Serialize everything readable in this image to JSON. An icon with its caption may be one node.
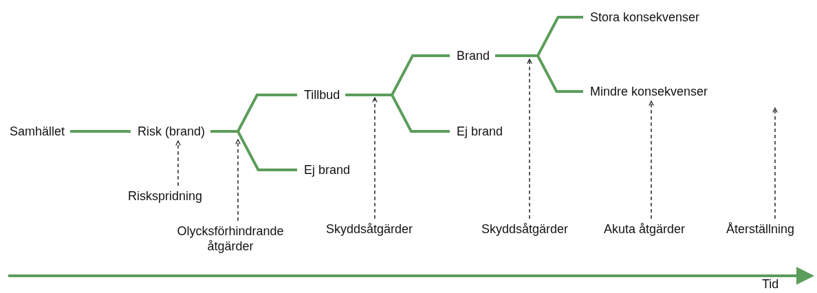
{
  "diagram": {
    "nodes": [
      {
        "text": [
          "Samhället"
        ]
      },
      {
        "text": [
          "Risk (brand)"
        ]
      },
      {
        "text": [
          "Tillbud"
        ]
      },
      {
        "text": [
          "Ej brand"
        ]
      },
      {
        "text": [
          "Brand"
        ]
      },
      {
        "text": [
          "Ej brand"
        ]
      },
      {
        "text": [
          "Stora konsekvenser"
        ]
      },
      {
        "text": [
          "Mindre konsekvenser"
        ]
      },
      {
        "text": [
          "Riskspridning"
        ]
      },
      {
        "text": [
          "Olycksförhindrande åtgärder"
        ]
      },
      {
        "text": [
          "Skyddsåtgärder"
        ]
      },
      {
        "text": [
          "Skyddsåtgärder"
        ]
      },
      {
        "text": [
          "Akuta åtgärder"
        ]
      },
      {
        "text": [
          "Återställning"
        ]
      }
    ],
    "edges": [
      {
        "from": 0,
        "to": 1,
        "arrow": "none"
      },
      {
        "from": 1,
        "to": 2,
        "arrow": "none"
      },
      {
        "from": 1,
        "to": 3,
        "arrow": "none"
      },
      {
        "from": 2,
        "to": 4,
        "arrow": "none"
      },
      {
        "from": 2,
        "to": 5,
        "arrow": "none"
      },
      {
        "from": 4,
        "to": 6,
        "arrow": "none"
      },
      {
        "from": 4,
        "to": 7,
        "arrow": "none"
      },
      {
        "from": 8,
        "to": 1,
        "arrow": "to",
        "style": "dashed",
        "color": "#000000"
      },
      {
        "from": 9,
        "to": null,
        "arrow": "to",
        "style": "dashed",
        "color": "#000000"
      },
      {
        "from": 10,
        "to": null,
        "arrow": "to",
        "style": "dashed",
        "color": "#000000"
      },
      {
        "from": 11,
        "to": null,
        "arrow": "to",
        "style": "dashed",
        "color": "#000000"
      },
      {
        "from": 12,
        "to": 7,
        "arrow": "to",
        "style": "dashed",
        "color": "#000000"
      },
      {
        "from": 13,
        "to": null,
        "arrow": "to",
        "style": "dashed",
        "color": "#000000"
      }
    ],
    "labels": [
      "Tid"
    ]
  }
}
